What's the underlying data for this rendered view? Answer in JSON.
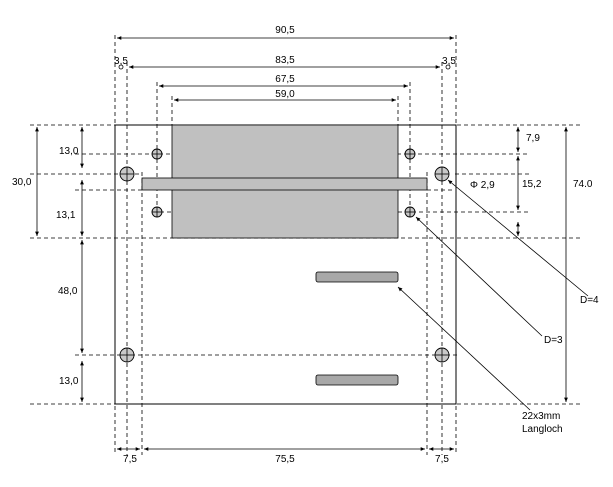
{
  "dimensions": {
    "top_width_90_5": "90,5",
    "top_left_3_5": "3,5",
    "top_right_3_5": "3,5",
    "top_width_83_5": "83,5",
    "top_width_67_5": "67,5",
    "top_width_59_0": "59,0",
    "left_13_0_top": "13,0",
    "left_30_0": "30,0",
    "left_13_1": "13,1",
    "left_48_0": "48,0",
    "left_13_0_bottom": "13,0",
    "right_7_9": "7,9",
    "right_phi_2_9": "Φ 2,9",
    "right_15_2": "15,2",
    "right_74_0": "74.0",
    "bottom_7_5_left": "7,5",
    "bottom_75_5": "75,5",
    "bottom_7_5_right": "7,5"
  },
  "callouts": {
    "d4": "D=4",
    "d3": "D=3",
    "slot_size": "22x3mm",
    "slot_name": "Langloch"
  },
  "colors": {
    "panel_fill": "#c0c0c0",
    "slot_fill": "#a8a8a8",
    "hole_fill": "#c8c8c8",
    "line": "#000000"
  }
}
